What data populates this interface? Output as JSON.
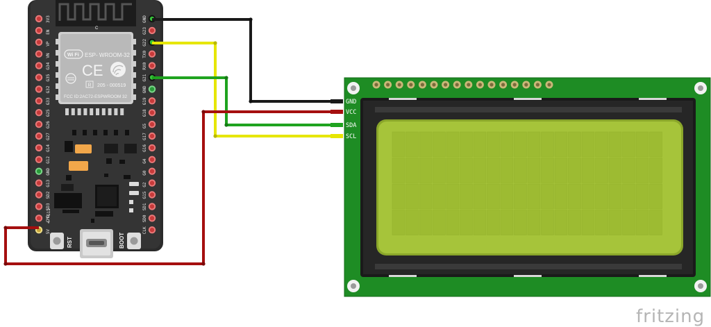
{
  "board": {
    "module_name": "ESP- WROOM-32",
    "ce_mark": "CE",
    "wifi_badge": "Wi Fi",
    "r_code": "R",
    "r_number": "205 - 000519",
    "fcc_id": "FCC ID:2AC72-ESPWROOM 32",
    "c_mark": "C",
    "rst_label": "RST",
    "boot_label": "BOOT",
    "g11_label": "<- G11",
    "left_pins": [
      "3V3",
      "EN",
      "VP",
      "VN",
      "G34",
      "G35",
      "G32",
      "G33",
      "G25",
      "G26",
      "G27",
      "G14",
      "G12",
      "GND",
      "G13",
      "SD2",
      "SD3",
      "CMD",
      "5V"
    ],
    "right_pins": [
      "GND",
      "G23",
      "G22",
      "TX0",
      "RX0",
      "G21",
      "GND",
      "G19",
      "G18",
      "G5",
      "G17",
      "G16",
      "G4",
      "G0",
      "G2",
      "G15",
      "SD1",
      "SD0",
      "CLK"
    ]
  },
  "lcd": {
    "pins": [
      "GND",
      "VCC",
      "SDA",
      "SCL"
    ],
    "rows": 4,
    "cols": 20
  },
  "wires": [
    {
      "name": "gnd-wire",
      "color": "#1a1a1a"
    },
    {
      "name": "vcc-wire",
      "color": "#a50f0f"
    },
    {
      "name": "sda-wire",
      "color": "#1fa31f"
    },
    {
      "name": "scl-wire",
      "color": "#e6e600"
    }
  ],
  "watermark": "fritzing"
}
